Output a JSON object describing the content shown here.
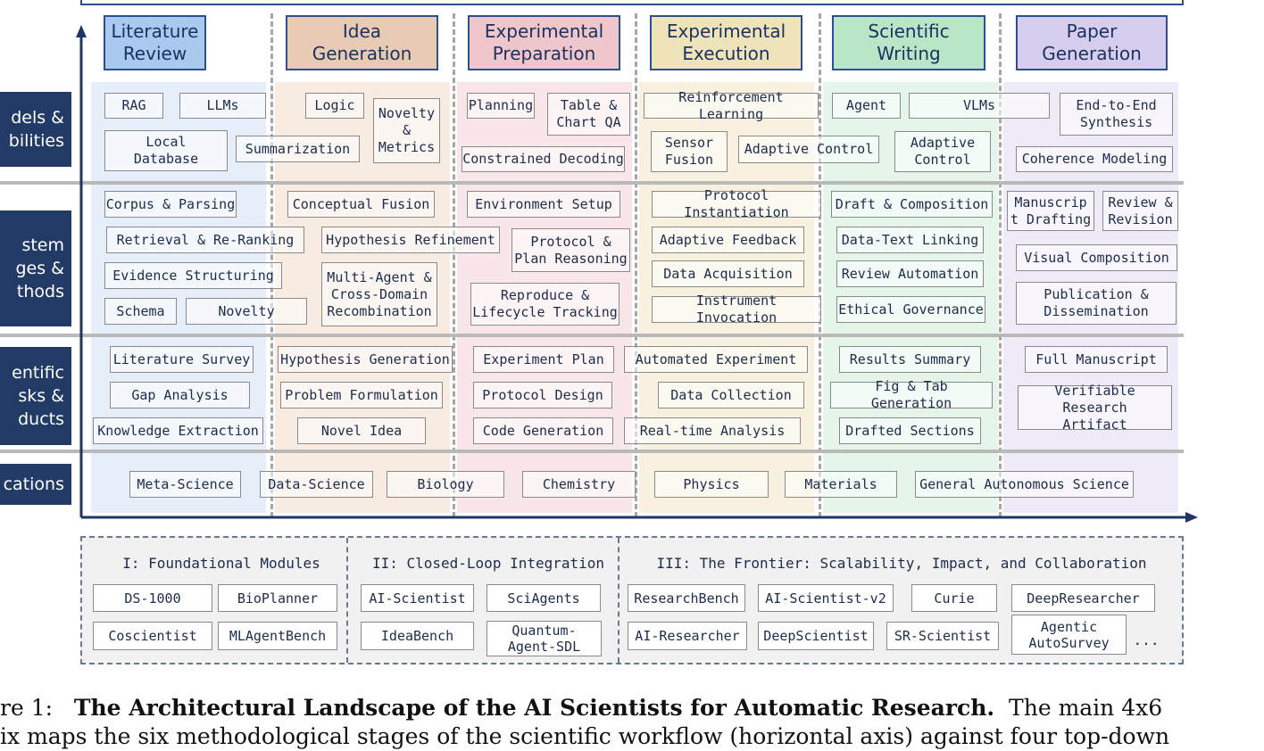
{
  "stages": [
    {
      "label": "Literature\nReview",
      "color": "#a9c9ee",
      "tint": "#e6eef9"
    },
    {
      "label": "Idea\nGeneration",
      "color": "#e9cbb3",
      "tint": "#f7ebe2"
    },
    {
      "label": "Experimental\nPreparation",
      "color": "#efc6cb",
      "tint": "#f8e6e8"
    },
    {
      "label": "Experimental\nExecution",
      "color": "#efe3b9",
      "tint": "#f8f1df"
    },
    {
      "label": "Scientific\nWriting",
      "color": "#b8e6c7",
      "tint": "#e5f5ea"
    },
    {
      "label": "Paper\nGeneration",
      "color": "#d7cdee",
      "tint": "#efeaf8"
    }
  ],
  "row_labels": [
    "dels &\nbilities",
    "stem\nges &\nthods",
    "entific\nsks &\nducts",
    "cations"
  ],
  "row1_models": [
    "RAG",
    "LLMs",
    "Local\nDatabase",
    "Summarization",
    "Logic",
    "Novelty\n&\nMetrics",
    "Planning",
    "Table &\nChart QA",
    "Constrained Decoding",
    "Reinforcement Learning",
    "Sensor\nFusion",
    "Adaptive Control",
    "Agent",
    "VLMs",
    "Adaptive\nControl",
    "End-to-End\nSynthesis",
    "Coherence Modeling"
  ],
  "row2_methods": [
    "Corpus & Parsing",
    "Retrieval & Re-Ranking",
    "Evidence Structuring",
    "Schema",
    "Novelty",
    "Conceptual Fusion",
    "Hypothesis Refinement",
    "Multi-Agent &\nCross-Domain\nRecombination",
    "Environment Setup",
    "Protocol &\nPlan Reasoning",
    "Reproduce &\nLifecycle Tracking",
    "Protocol Instantiation",
    "Adaptive Feedback",
    "Data Acquisition",
    "Instrument Invocation",
    "Draft & Composition",
    "Data-Text Linking",
    "Review Automation",
    "Ethical Governance",
    "Manuscrip\nt Drafting",
    "Review &\nRevision",
    "Visual Composition",
    "Publication &\nDissemination"
  ],
  "row3_tasks": [
    "Literature Survey",
    "Gap Analysis",
    "Knowledge Extraction",
    "Hypothesis Generation",
    "Problem Formulation",
    "Novel Idea",
    "Experiment Plan",
    "Protocol Design",
    "Code Generation",
    "Automated Experiment",
    "Data Collection",
    "Real-time Analysis",
    "Results Summary",
    "Fig & Tab Generation",
    "Drafted Sections",
    "Full Manuscript",
    "Verifiable Research\nArtifact"
  ],
  "row4_applications": [
    "Meta-Science",
    "Data-Science",
    "Biology",
    "Chemistry",
    "Physics",
    "Materials",
    "General Autonomous Science"
  ],
  "bench_titles": [
    "I: Foundational Modules",
    "II: Closed-Loop Integration",
    "III: The Frontier: Scalability, Impact, and Collaboration"
  ],
  "benchmarks": [
    "DS-1000",
    "BioPlanner",
    "Coscientist",
    "MLAgentBench",
    "AI-Scientist",
    "SciAgents",
    "IdeaBench",
    "Quantum-\nAgent-SDL",
    "ResearchBench",
    "AI-Scientist-v2",
    "Curie",
    "DeepResearcher",
    "AI-Researcher",
    "DeepScientist",
    "SR-Scientist",
    "Agentic\nAutoSurvey"
  ],
  "bench_ellipsis": "...",
  "caption": {
    "prefix": "re 1:",
    "title": "The Architectural Landscape of the AI Scientists for Automatic Research.",
    "rest": "The main 4x6",
    "line2": "ix maps the six methodological stages of the scientific workflow (horizontal axis) against four top-down"
  }
}
